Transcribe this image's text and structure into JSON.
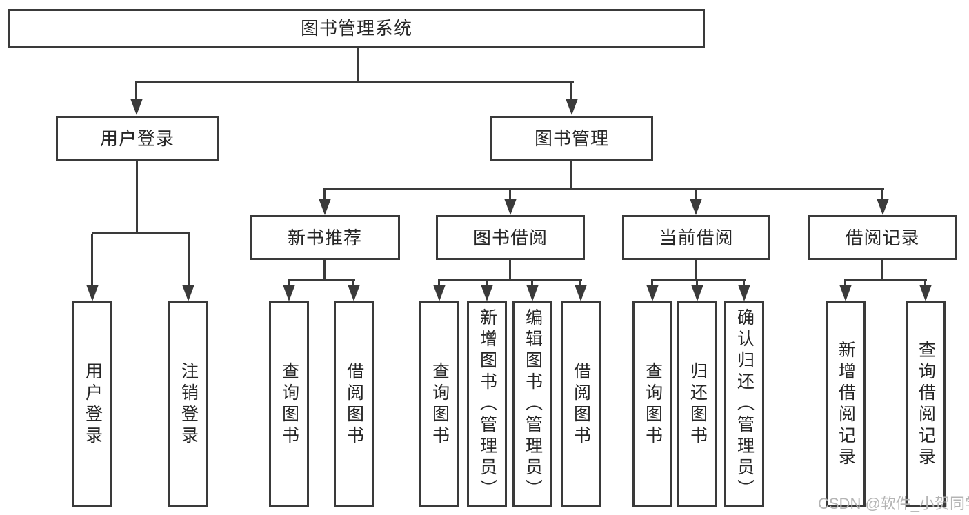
{
  "tree": {
    "root": {
      "label": "图书管理系统"
    },
    "login": {
      "label": "用户登录",
      "leaves": [
        {
          "label": "用户登录"
        },
        {
          "label": "注销登录"
        }
      ]
    },
    "management": {
      "label": "图书管理",
      "groups": [
        {
          "label": "新书推荐",
          "leaves": [
            {
              "label": "查询图书"
            },
            {
              "label": "借阅图书"
            }
          ]
        },
        {
          "label": "图书借阅",
          "leaves": [
            {
              "label": "查询图书"
            },
            {
              "label": "新增图书（管理员）"
            },
            {
              "label": "编辑图书（管理员）"
            },
            {
              "label": "借阅图书"
            }
          ]
        },
        {
          "label": "当前借阅",
          "leaves": [
            {
              "label": "查询图书"
            },
            {
              "label": "归还图书"
            },
            {
              "label": "确认归还（管理员）"
            }
          ]
        },
        {
          "label": "借阅记录",
          "leaves": [
            {
              "label": "新增借阅记录"
            },
            {
              "label": "查询借阅记录"
            }
          ]
        }
      ]
    }
  },
  "watermark": "CSDN @软件_小贺同学",
  "colors": {
    "line": "#3a3a3a",
    "text": "#262626",
    "watermark": "#b4b4b4",
    "background": "#ffffff"
  }
}
